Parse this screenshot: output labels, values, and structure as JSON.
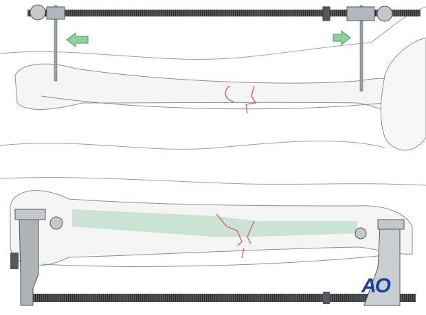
{
  "logo": {
    "text": "AO",
    "color": "#1a3fa0"
  },
  "colors": {
    "bone_outline": "#8a8f96",
    "bone_fill": "#f4f5f4",
    "fracture": "#e0506a",
    "arrow": "#8fd19a",
    "green_overlay": "#b9dcc8",
    "metal": "#a8adb2",
    "rod_dark": "#3a3d40"
  },
  "arrows": {
    "left_direction": "left",
    "right_direction": "right"
  }
}
